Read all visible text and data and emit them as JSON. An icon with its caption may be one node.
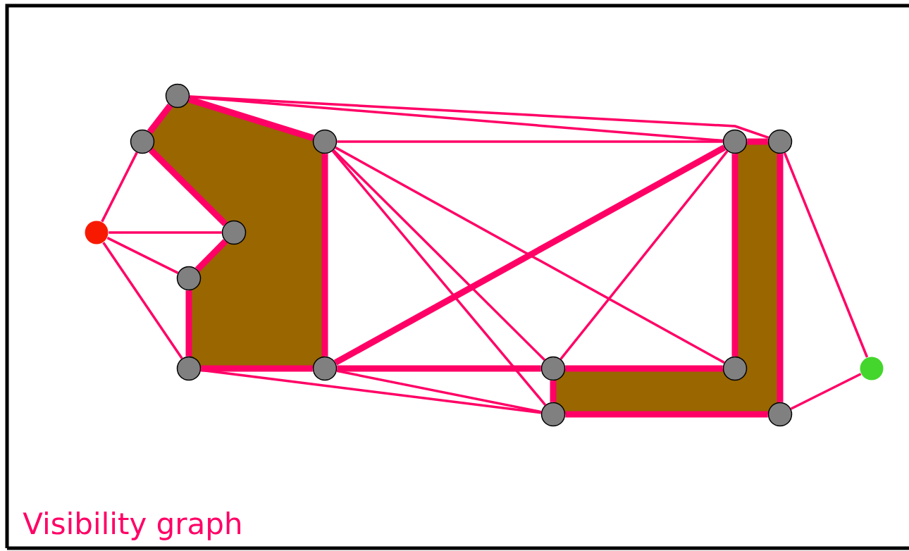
{
  "diagram": {
    "title": "Visibility graph",
    "nodes": [
      {
        "text": [],
        "shape": "circle"
      },
      {
        "text": [],
        "shape": "circle"
      },
      {
        "text": [],
        "shape": "circle"
      },
      {
        "text": [],
        "shape": "circle"
      },
      {
        "text": [],
        "shape": "circle"
      },
      {
        "text": [],
        "shape": "circle"
      },
      {
        "text": [],
        "shape": "circle"
      },
      {
        "text": [],
        "shape": "circle"
      },
      {
        "text": [],
        "shape": "circle"
      },
      {
        "text": [],
        "shape": "circle"
      },
      {
        "text": [],
        "shape": "circle"
      },
      {
        "text": [],
        "shape": "circle"
      },
      {
        "text": [],
        "shape": "circle"
      },
      {
        "text": [],
        "shape": "circle"
      },
      {
        "text": [],
        "shape": "circle"
      }
    ],
    "edges": [
      {
        "from": 0,
        "to": 1,
        "arrow": "none",
        "style": "thick"
      },
      {
        "from": 0,
        "to": 2,
        "arrow": "none",
        "style": "thick"
      },
      {
        "from": 0,
        "to": 3,
        "arrow": "none"
      },
      {
        "from": 0,
        "to": 4,
        "arrow": "none"
      },
      {
        "from": 1,
        "to": 6,
        "arrow": "none",
        "style": "thick"
      },
      {
        "from": 1,
        "to": 5,
        "arrow": "none"
      },
      {
        "from": 2,
        "to": 3,
        "arrow": "none"
      },
      {
        "from": 2,
        "to": 9,
        "arrow": "none",
        "style": "thick"
      },
      {
        "from": 2,
        "to": 10,
        "arrow": "none"
      },
      {
        "from": 2,
        "to": 11,
        "arrow": "none"
      },
      {
        "from": 2,
        "to": 13,
        "arrow": "none"
      },
      {
        "from": 3,
        "to": 4,
        "arrow": "none",
        "style": "thick"
      },
      {
        "from": 3,
        "to": 9,
        "arrow": "none",
        "style": "thick"
      },
      {
        "from": 3,
        "to": 10,
        "arrow": "none"
      },
      {
        "from": 3,
        "to": 11,
        "arrow": "none",
        "style": "thick"
      },
      {
        "from": 4,
        "to": 14,
        "arrow": "none",
        "style": "thick"
      },
      {
        "from": 4,
        "to": 12,
        "arrow": "none"
      },
      {
        "from": 5,
        "to": 6,
        "arrow": "none"
      },
      {
        "from": 5,
        "to": 7,
        "arrow": "none"
      },
      {
        "from": 5,
        "to": 8,
        "arrow": "none"
      },
      {
        "from": 6,
        "to": 7,
        "arrow": "none",
        "style": "thick"
      },
      {
        "from": 7,
        "to": 8,
        "arrow": "none",
        "style": "thick"
      },
      {
        "from": 8,
        "to": 9,
        "arrow": "none",
        "style": "thick"
      },
      {
        "from": 8,
        "to": 13,
        "arrow": "none"
      },
      {
        "from": 9,
        "to": 10,
        "arrow": "none",
        "style": "thick"
      },
      {
        "from": 9,
        "to": 13,
        "arrow": "none"
      },
      {
        "from": 10,
        "to": 11,
        "arrow": "none",
        "style": "thick"
      },
      {
        "from": 10,
        "to": 13,
        "arrow": "none",
        "style": "thick"
      },
      {
        "from": 13,
        "to": 14,
        "arrow": "none",
        "style": "thick"
      },
      {
        "from": 14,
        "to": 12,
        "arrow": "none"
      }
    ]
  }
}
